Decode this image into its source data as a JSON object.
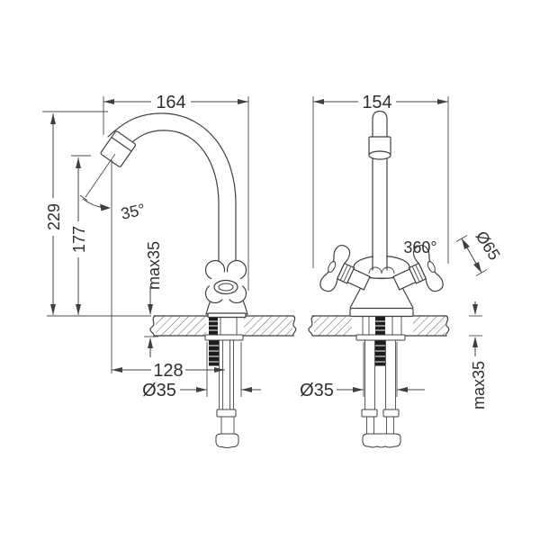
{
  "drawing": {
    "title": "faucet technical drawing, two projections",
    "background": "#ffffff",
    "line_color": "#3f3f3f",
    "thread_color": "#1c1c1c",
    "side_view": {
      "name": "side view",
      "dim_spout_reach": "164",
      "dim_overall_height": "229",
      "dim_spout_height": "177",
      "dim_spout_angle": "35°",
      "dim_max_deck_thickness": "max35",
      "dim_tip_to_center": "128",
      "dim_shank_diameter": "Ø35"
    },
    "front_view": {
      "name": "front view",
      "dim_overall_width": "154",
      "dim_swivel_rotation": "360°",
      "dim_base_diameter": "Ø65",
      "dim_max_deck_thickness": "max35",
      "dim_shank_diameter": "Ø35"
    }
  }
}
